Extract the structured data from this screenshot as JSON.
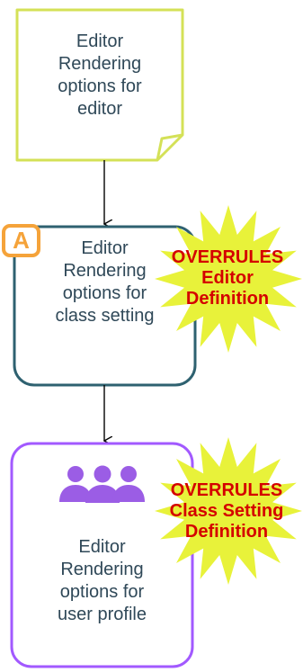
{
  "nodes": {
    "editor": {
      "lines": [
        "Editor",
        "Rendering",
        "options for",
        "editor"
      ],
      "border_color": "#d4e157"
    },
    "class_setting": {
      "lines": [
        "Editor",
        "Rendering",
        "options for",
        "class setting"
      ],
      "border_color": "#2e6170",
      "badge": "A",
      "badge_color": "#f5a33a"
    },
    "user_profile": {
      "lines": [
        "Editor",
        "Rendering",
        "options for",
        "user profile"
      ],
      "border_color": "#a259ff",
      "icon": "users-group-icon",
      "icon_color": "#9b5de5"
    }
  },
  "bursts": {
    "overrule_editor": {
      "lines": [
        "OVERRULES",
        "Editor",
        "Definition"
      ],
      "fill_color": "#e8f23a",
      "text_color": "#d40000"
    },
    "overrule_class_setting": {
      "lines": [
        "OVERRULES",
        "Class Setting",
        "Definition"
      ],
      "fill_color": "#e8f23a",
      "text_color": "#d40000"
    }
  }
}
